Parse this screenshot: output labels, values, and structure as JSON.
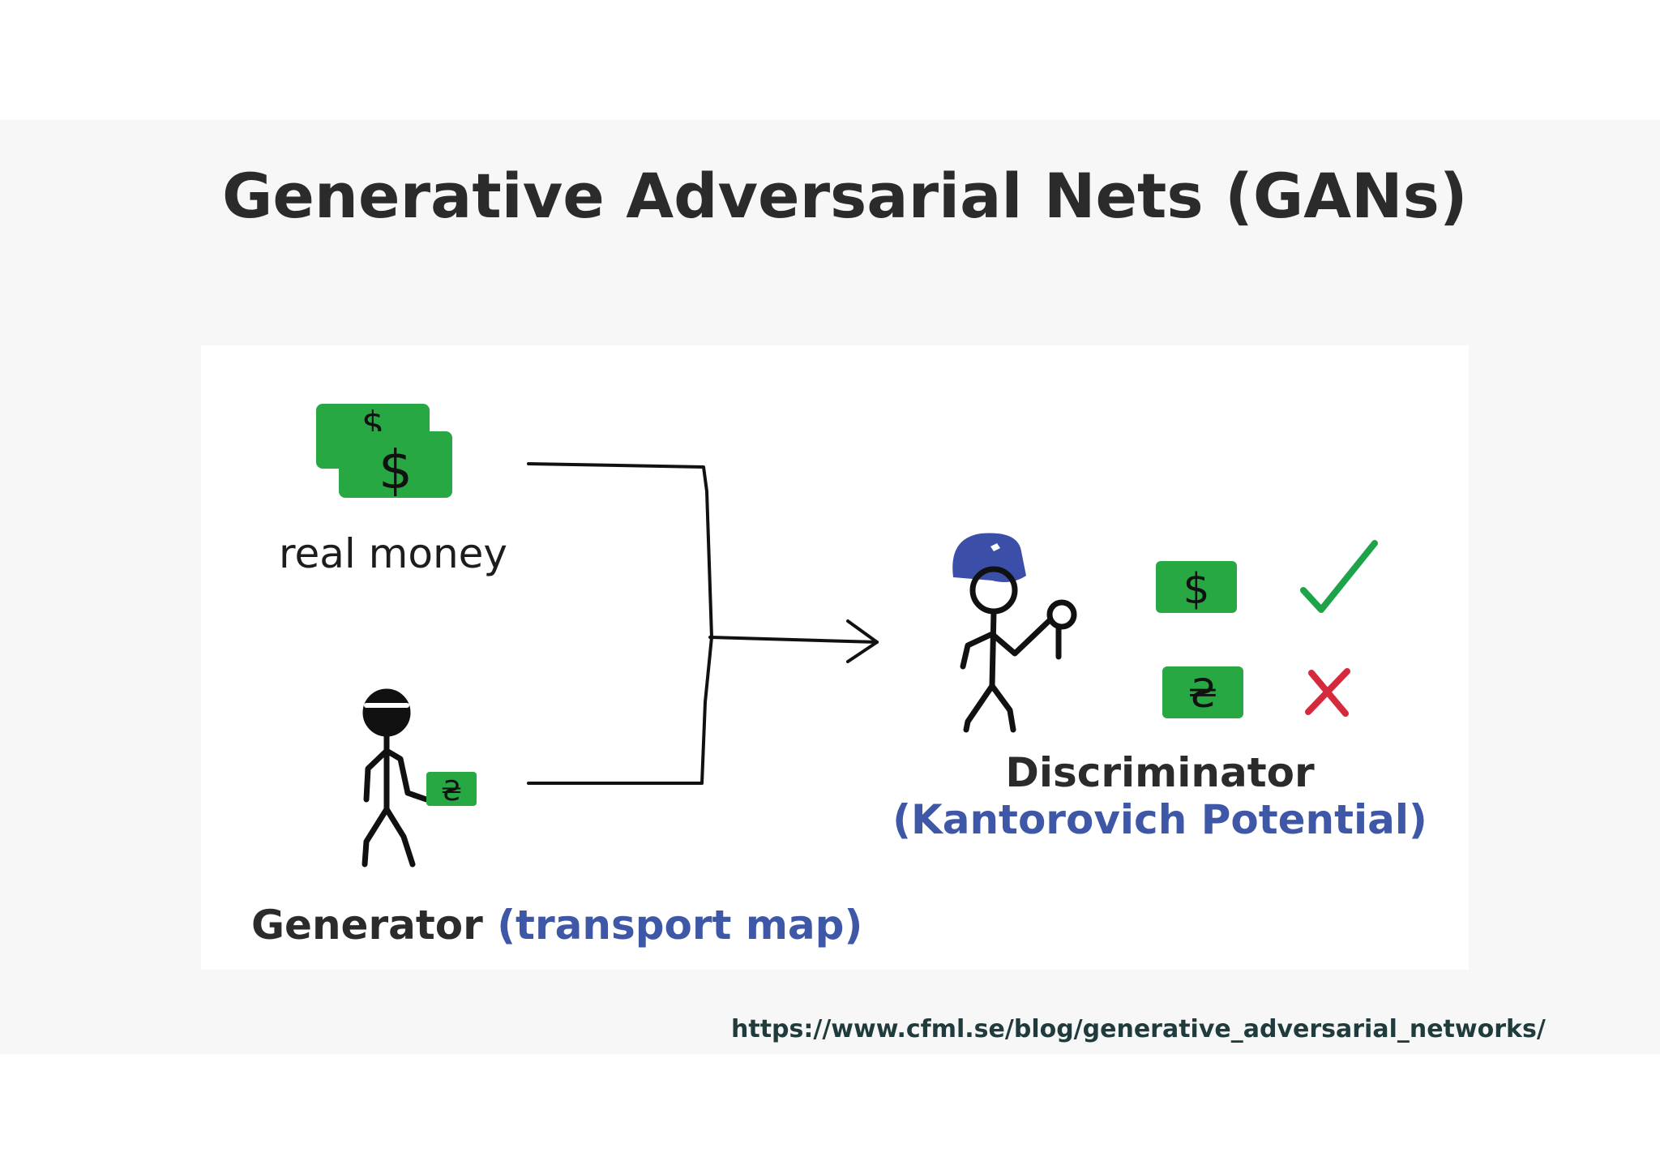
{
  "slide": {
    "title": "Generative Adversarial Nets (GANs)",
    "source_url": "https://www.cfml.se/blog/generative_adversarial_networks/"
  },
  "diagram": {
    "real_money_label": "real money",
    "generator_label": "Generator",
    "generator_sublabel": "(transport map)",
    "discriminator_label": "Discriminator",
    "discriminator_sublabel": "(Kantorovich Potential)",
    "real_bill_symbol": "$",
    "fake_bill_symbol": "₴",
    "accept_mark": "check-icon",
    "reject_mark": "cross-icon"
  },
  "colors": {
    "bill_green": "#27a843",
    "title_text": "#2b2b2b",
    "accent_blue": "#3e57a6",
    "check_green": "#1fa34a",
    "cross_red": "#d42a3c",
    "police_cap_blue": "#3c4fa8"
  }
}
